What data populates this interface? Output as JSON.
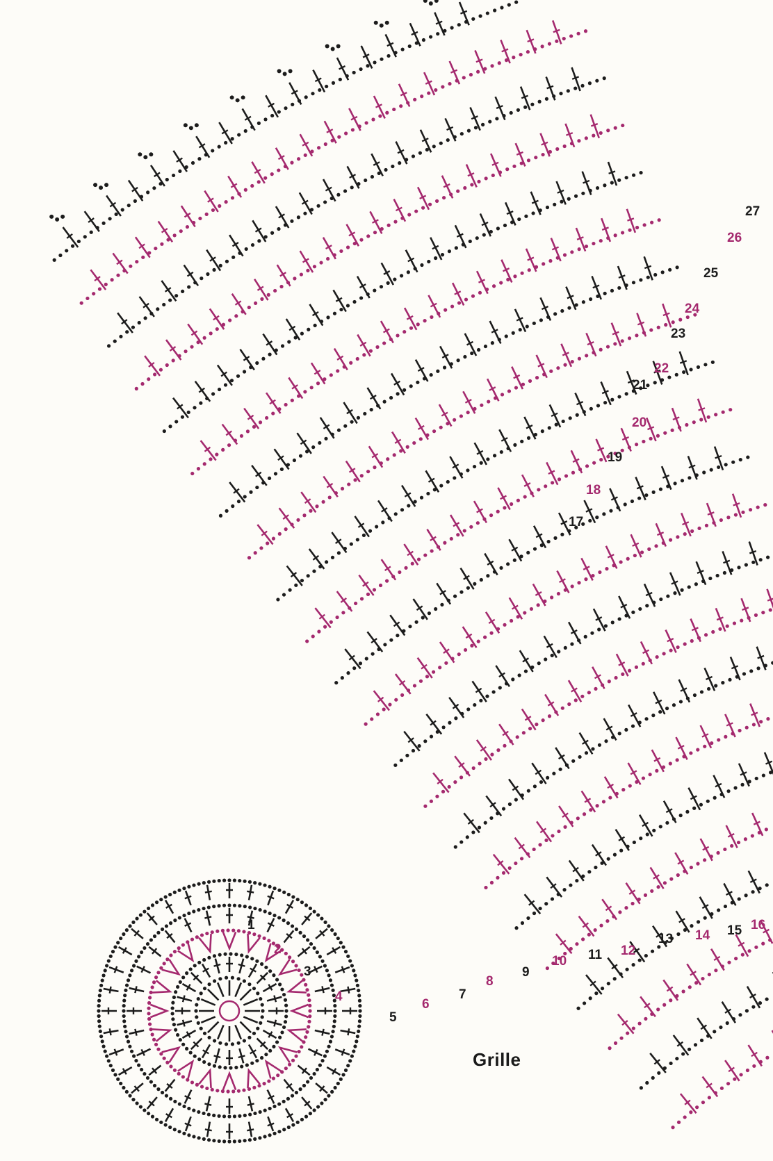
{
  "diagram": {
    "title": "Grille",
    "colors": {
      "black_rows": "#1c1c1c",
      "magenta_rows": "#a4296e",
      "paper": "#fdfcf8"
    },
    "symbols": [
      "chain-stitch-dot",
      "double-crochet-cross",
      "v-increase",
      "picot",
      "center-ring"
    ],
    "round_labels": [
      {
        "text": "1",
        "color": "black"
      },
      {
        "text": "2",
        "color": "magenta"
      },
      {
        "text": "3",
        "color": "black"
      },
      {
        "text": "4",
        "color": "magenta"
      },
      {
        "text": "5",
        "color": "black"
      },
      {
        "text": "6",
        "color": "magenta"
      },
      {
        "text": "7",
        "color": "black"
      },
      {
        "text": "8",
        "color": "magenta"
      },
      {
        "text": "9",
        "color": "black"
      },
      {
        "text": "10",
        "color": "magenta"
      },
      {
        "text": "11",
        "color": "black"
      },
      {
        "text": "12",
        "color": "magenta"
      },
      {
        "text": "13",
        "color": "black"
      },
      {
        "text": "14",
        "color": "magenta"
      },
      {
        "text": "15",
        "color": "black"
      },
      {
        "text": "16",
        "color": "magenta"
      },
      {
        "text": "17",
        "color": "black"
      },
      {
        "text": "18",
        "color": "magenta"
      },
      {
        "text": "19",
        "color": "black"
      },
      {
        "text": "20",
        "color": "magenta"
      },
      {
        "text": "21",
        "color": "black"
      },
      {
        "text": "22",
        "color": "magenta"
      },
      {
        "text": "23",
        "color": "black"
      },
      {
        "text": "24",
        "color": "magenta"
      },
      {
        "text": "25",
        "color": "black"
      },
      {
        "text": "26",
        "color": "magenta"
      },
      {
        "text": "27",
        "color": "black"
      }
    ]
  }
}
